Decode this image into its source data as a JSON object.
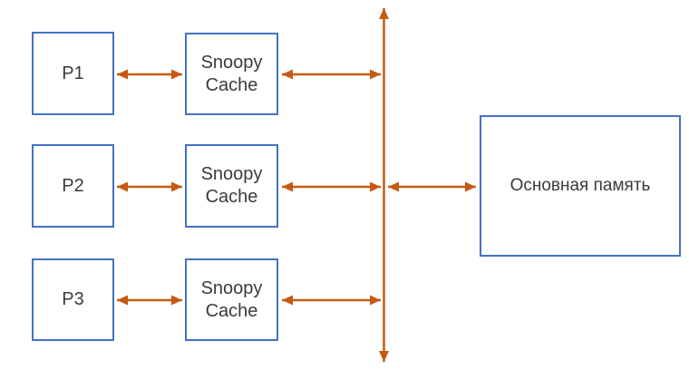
{
  "diagram": {
    "type": "block-diagram",
    "description": "Snoopy cache coherence architecture: processors with snoopy caches attached to a shared bus and main memory",
    "colors": {
      "box_border": "#4472C4",
      "arrow": "#C55A11",
      "text": "#3B3B3B",
      "background": "#ffffff"
    },
    "processors": [
      {
        "label": "P1"
      },
      {
        "label": "P2"
      },
      {
        "label": "P3"
      }
    ],
    "caches": [
      {
        "label": "Snoopy Cache"
      },
      {
        "label": "Snoopy Cache"
      },
      {
        "label": "Snoopy Cache"
      }
    ],
    "memory": {
      "label": "Основная память"
    }
  }
}
